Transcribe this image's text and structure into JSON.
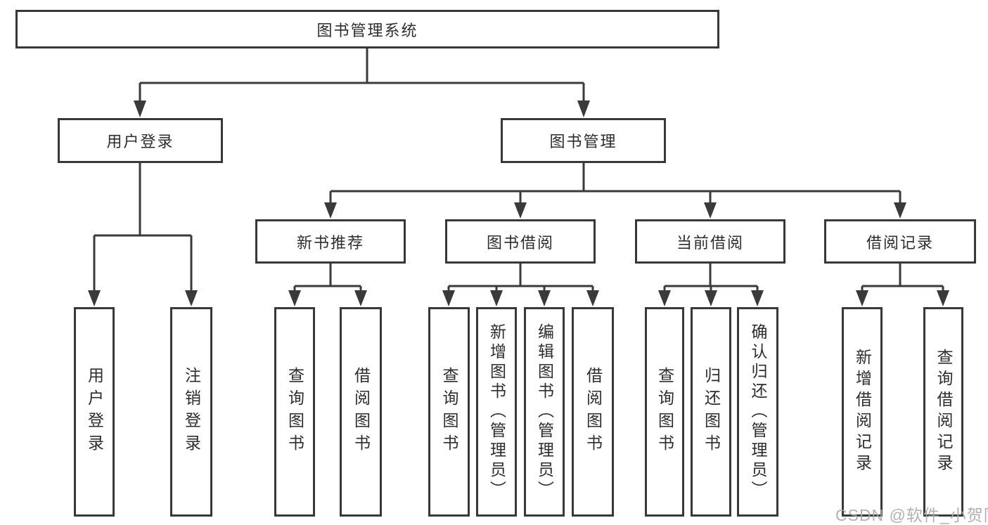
{
  "diagram": {
    "title": "图书管理系统",
    "colors": {
      "line": "#3a3a3a",
      "border": "#383838",
      "text": "#2d2d2d",
      "background": "#ffffff",
      "watermark": "#a8a8a8"
    },
    "nodes": {
      "root": {
        "label": "图书管理系统"
      },
      "user_login": {
        "label": "用户登录"
      },
      "book_management": {
        "label": "图书管理"
      },
      "new_book_recommend": {
        "label": "新书推荐"
      },
      "book_borrow": {
        "label": "图书借阅"
      },
      "current_borrow": {
        "label": "当前借阅"
      },
      "borrow_record": {
        "label": "借阅记录"
      }
    },
    "leaves": {
      "login": {
        "label": "用户登录",
        "parent": "用户登录"
      },
      "logout": {
        "label": "注销登录",
        "parent": "用户登录"
      },
      "rec_query_book": {
        "label": "查询图书",
        "parent": "新书推荐"
      },
      "rec_borrow_book": {
        "label": "借阅图书",
        "parent": "新书推荐"
      },
      "bb_query_book": {
        "label": "查询图书",
        "parent": "图书借阅"
      },
      "bb_add_book": {
        "label": "新增图书（管理员）",
        "parent": "图书借阅"
      },
      "bb_edit_book": {
        "label": "编辑图书（管理员）",
        "parent": "图书借阅"
      },
      "bb_borrow_book": {
        "label": "借阅图书",
        "parent": "图书借阅"
      },
      "cb_query_book": {
        "label": "查询图书",
        "parent": "当前借阅"
      },
      "cb_return_book": {
        "label": "归还图书",
        "parent": "当前借阅"
      },
      "cb_confirm_return": {
        "label": "确认归还（管理员）",
        "parent": "当前借阅"
      },
      "br_add_record": {
        "label": "新增借阅记录",
        "parent": "借阅记录"
      },
      "br_query_record": {
        "label": "查询借阅记录",
        "parent": "借阅记录"
      }
    },
    "watermark": "CSDN @软件_小贺同学"
  }
}
